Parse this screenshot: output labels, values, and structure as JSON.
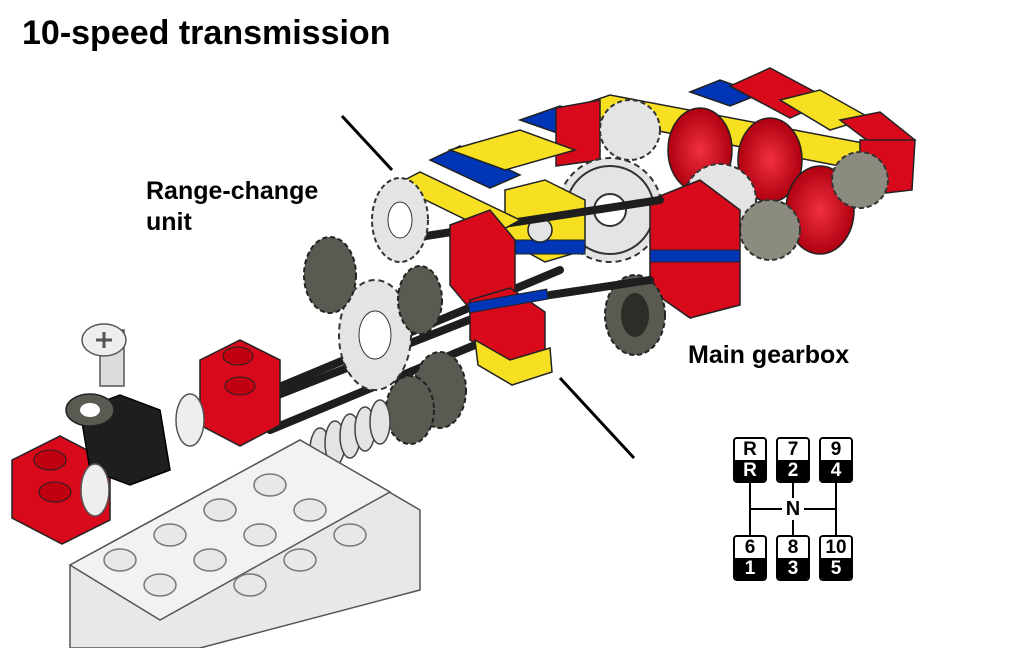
{
  "title": "10-speed transmission",
  "labels": {
    "range_line1": "Range-change",
    "range_line2": "unit",
    "main": "Main gearbox"
  },
  "shift_pattern": {
    "neutral": "N",
    "top": [
      {
        "high": "R",
        "low": "R"
      },
      {
        "high": "7",
        "low": "2"
      },
      {
        "high": "9",
        "low": "4"
      }
    ],
    "bottom": [
      {
        "high": "6",
        "low": "1"
      },
      {
        "high": "8",
        "low": "3"
      },
      {
        "high": "10",
        "low": "5"
      }
    ]
  },
  "colors": {
    "brick_red": "#d9091c",
    "brick_yellow": "#f7e021",
    "brick_blue": "#0035b5",
    "gear_gray": "#e4e4e4",
    "dark_gray": "#5a5a52",
    "axle_black": "#1e1e1e",
    "base_gray": "#e8e8e8"
  }
}
